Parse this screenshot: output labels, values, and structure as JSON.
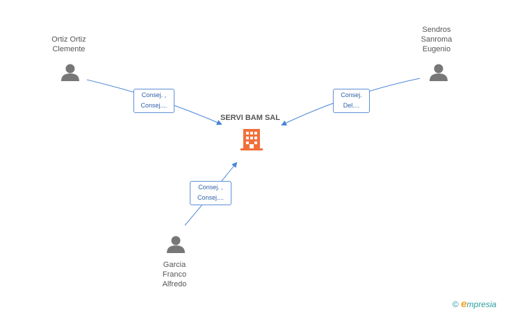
{
  "company": {
    "name": "SERVI BAM SAL",
    "icon": "building-icon",
    "color": "#f26f3a"
  },
  "people": [
    {
      "id": "ortiz",
      "name_lines": [
        "Ortiz Ortiz",
        "Clemente"
      ],
      "roles": [
        "Consej. ,",
        "Consej...."
      ]
    },
    {
      "id": "sendros",
      "name_lines": [
        "Sendros",
        "Sanroma",
        "Eugenio"
      ],
      "roles": [
        "Consej.",
        "Del...."
      ]
    },
    {
      "id": "garcia",
      "name_lines": [
        "Garcia",
        "Franco",
        "Alfredo"
      ],
      "roles": [
        "Consej. ,",
        "Consej...."
      ]
    }
  ],
  "colors": {
    "edge": "#4a86d8",
    "person_icon": "#777777",
    "role_border": "#5b8fd6",
    "role_text": "#2f5fa8"
  },
  "footer": {
    "copyright_symbol": "©",
    "brand_initial": "e",
    "brand_rest": "mpresia"
  }
}
